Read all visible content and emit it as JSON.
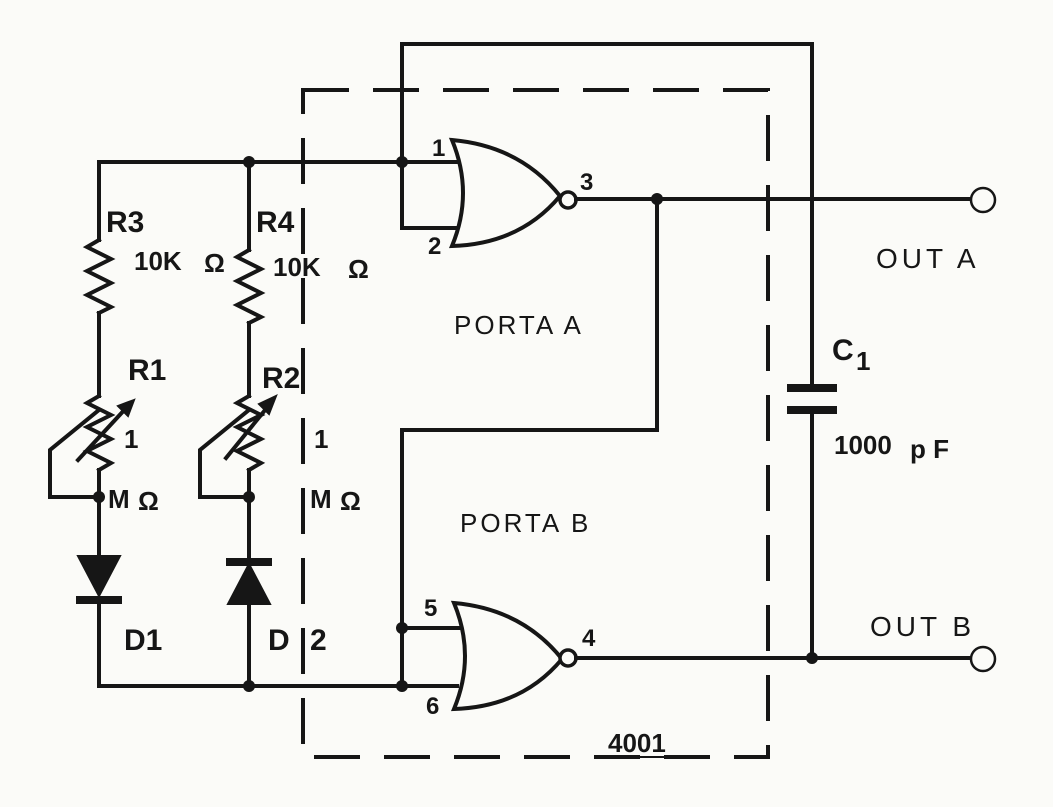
{
  "components": {
    "r3": {
      "ref": "R3"
    },
    "r4": {
      "ref": "R4"
    },
    "r3_value": "10K",
    "r4_value": "10K",
    "r1": {
      "ref": "R1",
      "value_num": "1",
      "value_unit": "M"
    },
    "r2": {
      "ref": "R2",
      "value_num": "1",
      "value_unit": "M"
    },
    "d1": {
      "ref": "D1"
    },
    "d2": {
      "ref": "D",
      "ref_suffix": "2"
    },
    "c1": {
      "ref": "C",
      "ref_sub": "1",
      "value": "1000",
      "value_unit": "p F"
    },
    "ohm_symbol": "Ω"
  },
  "gates": {
    "a": {
      "label": "PORTA  A",
      "pin_in1": "1",
      "pin_in2": "2",
      "pin_out": "3"
    },
    "b": {
      "label": "PORTA  B",
      "pin_in1": "5",
      "pin_in2": "6",
      "pin_out": "4"
    },
    "chip": "4001"
  },
  "outputs": {
    "a": "OUT A",
    "b": "OUT B"
  }
}
